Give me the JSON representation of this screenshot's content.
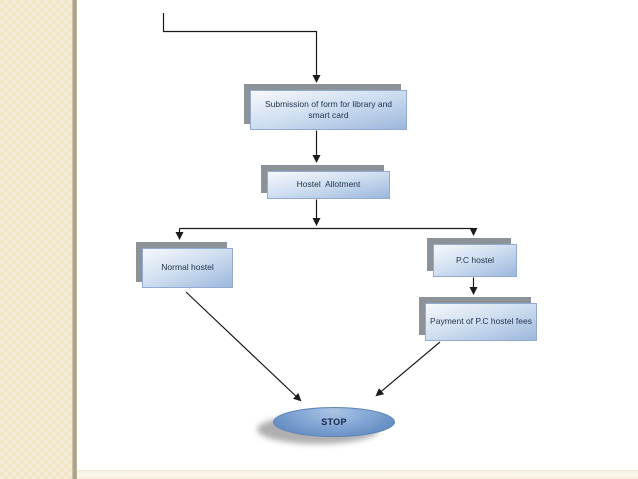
{
  "slide": {
    "description": "Flowchart of hostel allotment process",
    "colors": {
      "sidebar_bg": "#f1e5c5",
      "sidebar_divider": "#a39b84",
      "content_bg": "#ffffff",
      "node_fill_light": "#f6f9fc",
      "node_fill_dark": "#9cb7dc",
      "node_border": "#93abd0",
      "node_shadow": "#8b9298",
      "terminator_fill_top": "#abc4e6",
      "terminator_fill_bottom": "#547fb7",
      "connector": "#1b1b1b",
      "text": "#253450"
    }
  },
  "flowchart": {
    "nodes": [
      {
        "id": "submission",
        "label": "Submission of form for library and smart card",
        "shape": "rectangle"
      },
      {
        "id": "hostel-allotment",
        "label": "Hostel  Allotment",
        "shape": "rectangle"
      },
      {
        "id": "normal-hostel",
        "label": "Normal hostel",
        "shape": "rectangle"
      },
      {
        "id": "pc-hostel",
        "label": "P.C hostel",
        "shape": "rectangle"
      },
      {
        "id": "payment-fees",
        "label": "Payment of P.C hostel fees",
        "shape": "rectangle"
      },
      {
        "id": "stop",
        "label": "STOP",
        "shape": "ellipse"
      }
    ],
    "edges": [
      {
        "from": "off-slide-start",
        "to": "submission",
        "style": "elbow-arrow"
      },
      {
        "from": "submission",
        "to": "hostel-allotment",
        "style": "straight-arrow"
      },
      {
        "from": "hostel-allotment",
        "to": "branch-junction",
        "style": "straight-arrow"
      },
      {
        "from": "branch-junction",
        "to": "normal-hostel",
        "style": "elbow-arrow"
      },
      {
        "from": "branch-junction",
        "to": "pc-hostel",
        "style": "elbow-arrow"
      },
      {
        "from": "pc-hostel",
        "to": "payment-fees",
        "style": "straight-arrow"
      },
      {
        "from": "normal-hostel",
        "to": "stop",
        "style": "diagonal-arrow"
      },
      {
        "from": "payment-fees",
        "to": "stop",
        "style": "diagonal-arrow"
      }
    ]
  }
}
